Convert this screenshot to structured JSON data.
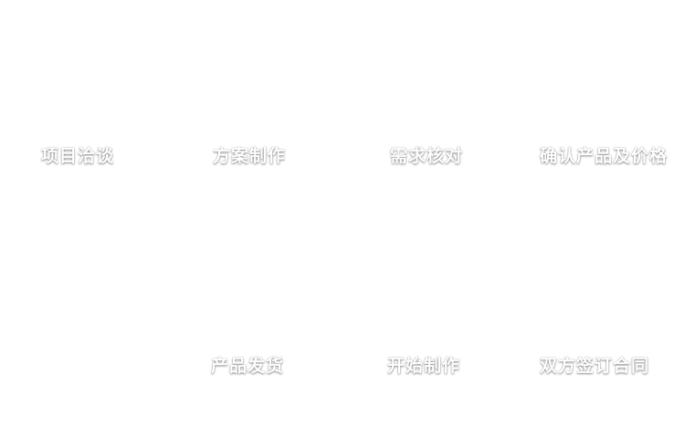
{
  "diagram": {
    "type": "process-flow",
    "background_color": "#ffffff",
    "label_color": "#ffffff",
    "rows": {
      "top": [
        {
          "label": "项目洽谈"
        },
        {
          "label": "方案制作"
        },
        {
          "label": "需求核对"
        },
        {
          "label": "确认产品及价格"
        }
      ],
      "bottom": [
        {
          "label": "产品发货"
        },
        {
          "label": "开始制作"
        },
        {
          "label": "双方签订合同"
        }
      ]
    },
    "flow_order": [
      "项目洽谈",
      "方案制作",
      "需求核对",
      "确认产品及价格",
      "双方签订合同",
      "开始制作",
      "产品发货"
    ]
  }
}
